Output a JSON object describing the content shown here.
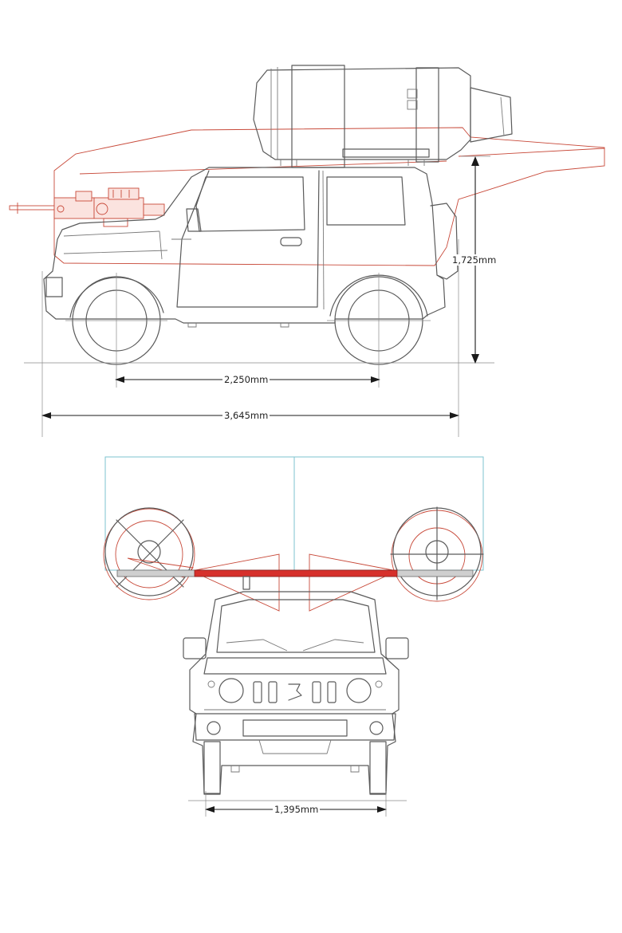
{
  "dimensions": {
    "height": "1,725mm",
    "wheelbase": "2,250mm",
    "length": "3,645mm",
    "track": "1,395mm"
  },
  "colors": {
    "vehicle_line": "#5a5a5a",
    "overlay_red": "#c84a3a",
    "mount_bar": "#d6302b",
    "rotor_frame": "#7ec3cf",
    "dimension_line": "#1a1a1a"
  }
}
